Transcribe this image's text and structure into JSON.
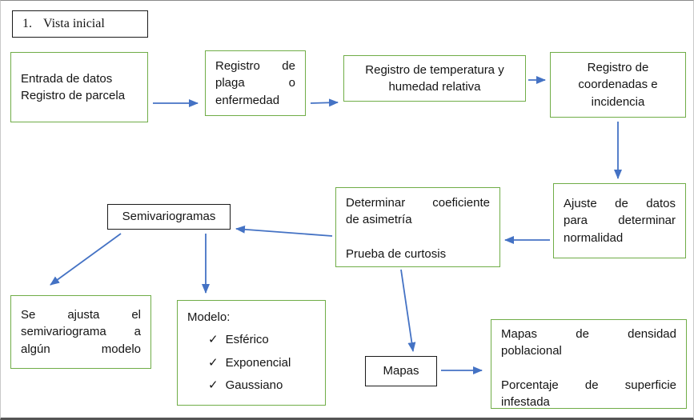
{
  "colors": {
    "box_border_green": "#70ad47",
    "box_border_black": "#1a1a1a",
    "arrow_blue": "#4472c4"
  },
  "title_box": {
    "number": "1.",
    "label": "Vista inicial"
  },
  "boxes": {
    "entrada": {
      "lines": [
        "Entrada de datos",
        "Registro de parcela"
      ]
    },
    "plaga": {
      "lines": [
        "Registro de",
        "plaga o",
        "enfermedad"
      ]
    },
    "temperatura": {
      "lines": [
        "Registro de temperatura y",
        "humedad relativa"
      ]
    },
    "coordenadas": {
      "lines": [
        "Registro de",
        "coordenadas e",
        "incidencia"
      ]
    },
    "ajuste": {
      "lines": [
        "Ajuste de datos",
        "para determinar",
        "normalidad"
      ]
    },
    "asimetria": {
      "lines": [
        "Determinar coeficiente",
        "de asimetría",
        "",
        "Prueba de curtosis"
      ]
    },
    "semivariogramas": {
      "label": "Semivariogramas"
    },
    "se_ajusta": {
      "lines": [
        "Se ajusta el",
        "semivariograma a",
        "algún modelo"
      ]
    },
    "modelo": {
      "title": "Modelo:",
      "check": "✓",
      "items": [
        "Esférico",
        "Exponencial",
        "Gaussiano"
      ]
    },
    "mapas": {
      "label": "Mapas"
    },
    "mapas_detalle": {
      "lines": [
        "Mapas de densidad",
        "poblacional",
        "",
        "Porcentaje de superficie",
        "infestada"
      ]
    }
  }
}
